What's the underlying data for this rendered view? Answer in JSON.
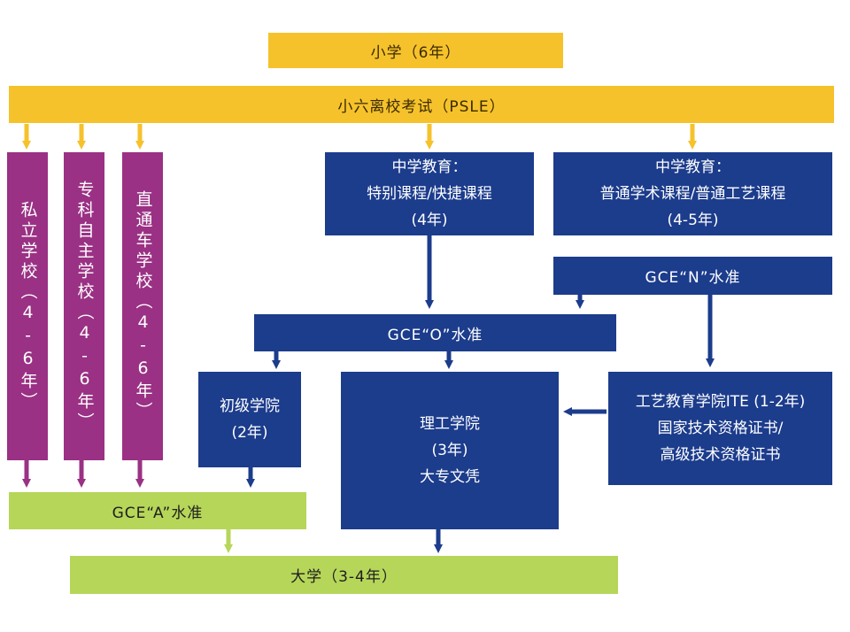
{
  "boxes": {
    "primary": "小学（6年）",
    "psle": "小六离校考试（PSLE）",
    "private": "私立学校（4-6年）",
    "specialist": "专科自主学校（4-6年）",
    "through": "直通车学校（4-6年）",
    "sec_special": {
      "l1": "中学教育：",
      "l2": "特别课程/快捷课程",
      "l3": "(4年)"
    },
    "sec_normal": {
      "l1": "中学教育：",
      "l2": "普通学术课程/普通工艺课程",
      "l3": "(4-5年)"
    },
    "gce_n": "GCE“N”水准",
    "gce_o": "GCE“O”水准",
    "jc": {
      "l1": "初级学院",
      "l2": "(2年)"
    },
    "poly": {
      "l1": "理工学院",
      "l2": "(3年)",
      "l3": "大专文凭"
    },
    "ite": {
      "l1": "工艺教育学院ITE (1-2年)",
      "l2": "国家技术资格证书/",
      "l3": "高级技术资格证书"
    },
    "gce_a": "GCE“A”水准",
    "university": "大学（3-4年）"
  },
  "colors": {
    "yellow": "#f6c22c",
    "navy": "#1c3c8c",
    "purple": "#9a3184",
    "green": "#b6d65a"
  }
}
